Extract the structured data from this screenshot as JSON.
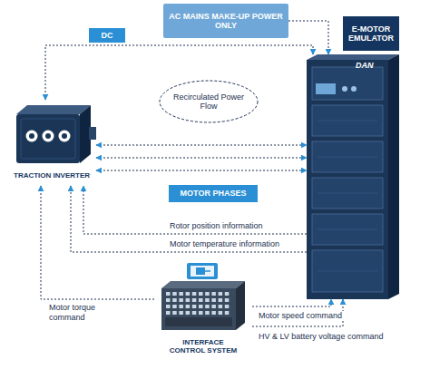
{
  "diagram": {
    "nodes": [
      {
        "text": [
          "AC MAINS MAKE-UP POWER ONLY"
        ]
      },
      {
        "text": [
          "E-MOTOR EMULATOR"
        ]
      },
      {
        "text": [
          "Recirculated Power Flow"
        ]
      },
      {
        "text": [
          "TRACTION INVERTER"
        ]
      },
      {
        "text": [
          "MOTOR PHASES"
        ]
      },
      {
        "text": [
          "INTERFACE CONTROL SYSTEM"
        ]
      }
    ],
    "edges": [
      {
        "from": 3,
        "to": 1,
        "arrow": "both",
        "label": "DC"
      },
      {
        "from": 0,
        "to": 1,
        "arrow": "to"
      },
      {
        "from": 3,
        "to": 1,
        "arrow": "both"
      },
      {
        "from": 3,
        "to": 1,
        "arrow": "both"
      },
      {
        "from": 3,
        "to": 1,
        "arrow": "both"
      },
      {
        "from": 1,
        "to": 3,
        "arrow": "to",
        "label": "Rotor position information"
      },
      {
        "from": 1,
        "to": 3,
        "arrow": "to",
        "label": "Motor temperature information"
      },
      {
        "from": 5,
        "to": 3,
        "arrow": "to",
        "label": "Motor torque command"
      },
      {
        "from": 5,
        "to": 1,
        "arrow": "to",
        "label": "Motor speed command"
      },
      {
        "from": 5,
        "to": 1,
        "arrow": "to",
        "label": "HV & LV battery voltage command"
      }
    ],
    "labels": [
      "DAN"
    ]
  }
}
